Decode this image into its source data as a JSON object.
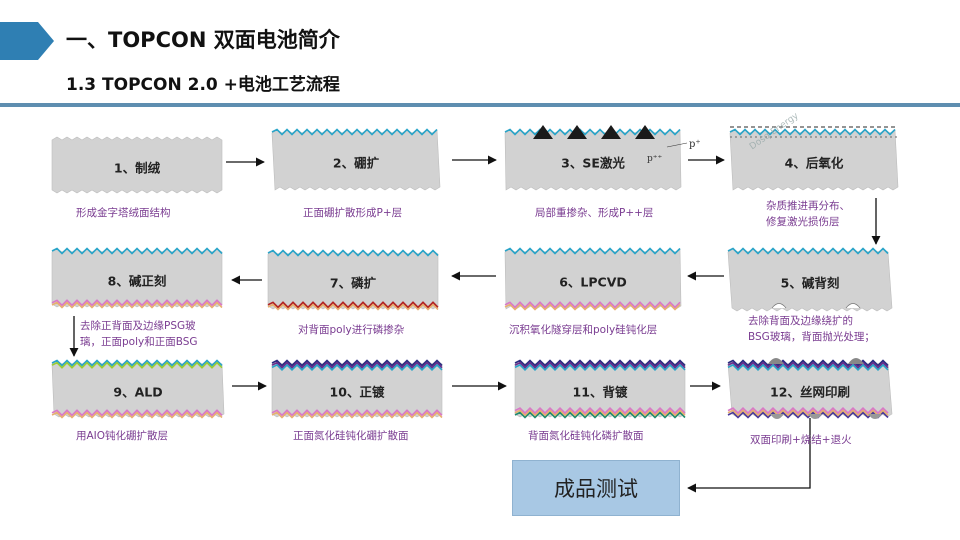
{
  "header": {
    "title": "一、TOPCON 双面电池简介",
    "subtitle": "1.3  TOPCON 2.0 +电池工艺流程"
  },
  "steps": [
    {
      "label": "1、制绒",
      "caption": [
        "形成金字塔绒面结构"
      ]
    },
    {
      "label": "2、硼扩",
      "caption": [
        "正面硼扩散形成P+层"
      ]
    },
    {
      "label": "3、SE激光",
      "caption": [
        "局部重掺杂、形成P++层"
      ]
    },
    {
      "label": "4、后氧化",
      "caption": [
        "杂质推进再分布、",
        "修复激光损伤层"
      ]
    },
    {
      "label": "5、碱背刻",
      "caption": [
        "去除背面及边缘绕扩的",
        "BSG玻璃，背面抛光处理；"
      ]
    },
    {
      "label": "6、LPCVD",
      "caption": [
        "沉积氧化隧穿层和poly硅钝化层"
      ]
    },
    {
      "label": "7、磷扩",
      "caption": [
        "对背面poly进行磷掺杂"
      ]
    },
    {
      "label": "8、碱正刻",
      "caption": [
        "去除正背面及边缘PSG玻",
        "璃，正面poly和正面BSG"
      ]
    },
    {
      "label": "9、ALD",
      "caption": [
        "用AIO钝化硼扩散层"
      ]
    },
    {
      "label": "10、正镀",
      "caption": [
        "正面氮化硅钝化硼扩散面"
      ]
    },
    {
      "label": "11、背镀",
      "caption": [
        "背面氮化硅钝化磷扩散面"
      ]
    },
    {
      "label": "12、丝网印刷",
      "caption": [
        "双面印刷+烧结+退火"
      ]
    }
  ],
  "figure_labels": {
    "p_plus": "p⁺",
    "p_plus_plus": "p⁺⁺"
  },
  "watermark": "Dosq Energy",
  "final": {
    "label": "成品测试"
  },
  "colors": {
    "wafer": "#d2d2d2",
    "p_plus_layer": "#2aa4c8",
    "boron_layer": "#2aa4c8",
    "alox_layer": "#9acd32",
    "nitride_front": "#1c2a8c",
    "nitride_back": "#1f8a6e",
    "phos_layer": "#b22222",
    "poly_layer": "#e8b070",
    "rear_pink": "#d878c8",
    "title_rule": "#5e8eb0",
    "caption": "#7a3c91",
    "final_box": "#a8c8e4"
  }
}
